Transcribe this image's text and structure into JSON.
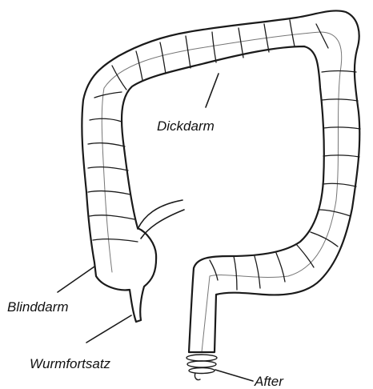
{
  "diagram": {
    "labels": {
      "colon": "Dickdarm",
      "cecum": "Blinddarm",
      "appendix": "Wurmfortsatz",
      "anus": "After"
    },
    "colors": {
      "outline": "#1a1a1a",
      "background": "#ffffff"
    }
  }
}
